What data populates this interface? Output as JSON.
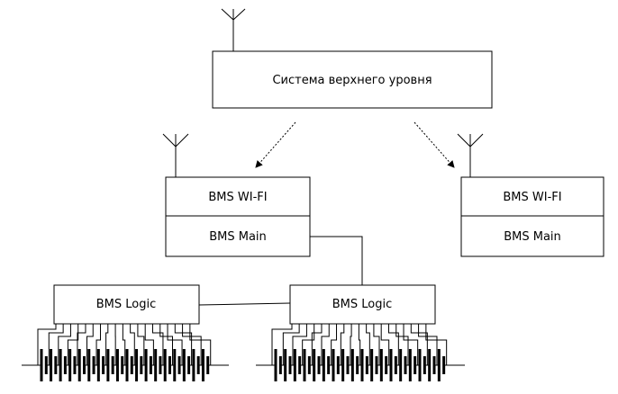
{
  "diagram": {
    "top_system": {
      "label": "Система верхнего уровня"
    },
    "left_unit": {
      "wifi_label": "BMS WI-FI",
      "main_label": "BMS Main"
    },
    "right_unit": {
      "wifi_label": "BMS WI-FI",
      "main_label": "BMS Main"
    },
    "logic_left": {
      "label": "BMS Logic"
    },
    "logic_right": {
      "label": "BMS Logic"
    },
    "battery_left": {
      "cell_count": 18
    },
    "battery_right": {
      "cell_count": 18
    },
    "icons": [
      "antenna-icon",
      "arrow-icon",
      "battery-cell-icon"
    ]
  }
}
